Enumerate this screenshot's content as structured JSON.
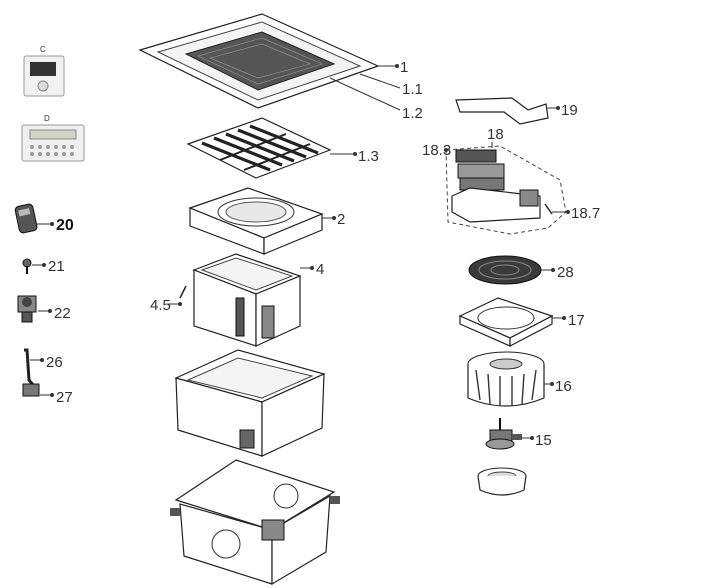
{
  "parts": {
    "panel": "1",
    "panel_1_1": "1.1",
    "panel_1_2": "1.2",
    "filter": "1.3",
    "bell_mouth": "2",
    "insulation": "4",
    "insulation_4_5": "4.5",
    "control_box": "18",
    "control_box_18_3": "18.3",
    "control_box_18_7": "18.7",
    "control_cover": "19",
    "remote": "20",
    "screw": "21",
    "pump": "22",
    "sensor_a": "26",
    "sensor_b": "27",
    "fan_guard": "28",
    "fan_support": "17",
    "fan": "16",
    "motor": "15"
  },
  "controllers": {
    "c_label": "C",
    "d_label": "D"
  }
}
